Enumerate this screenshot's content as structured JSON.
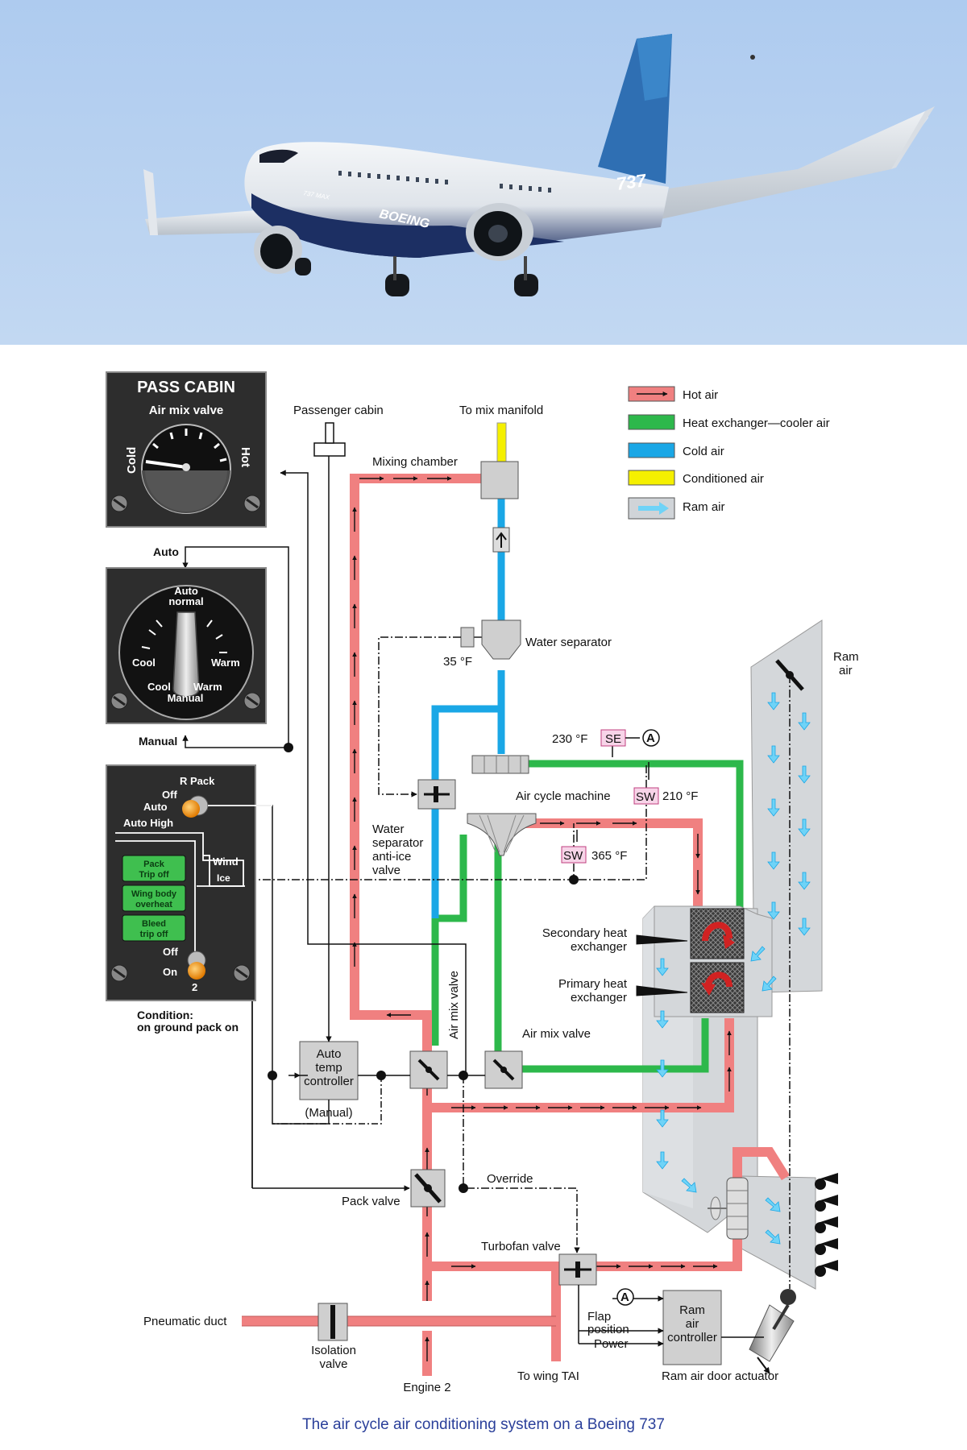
{
  "photo": {
    "tail_text": "737",
    "fuselage_text": "BOEING",
    "model_text": "737 MAX"
  },
  "legend": [
    {
      "label": "Hot air",
      "color": "#f08080"
    },
    {
      "label": "Heat exchanger—cooler air",
      "color": "#2db84b"
    },
    {
      "label": "Cold air",
      "color": "#1aa7e6"
    },
    {
      "label": "Conditioned air",
      "color": "#f5f000"
    },
    {
      "label": "Ram air",
      "color": "#d0d4d8"
    }
  ],
  "colors": {
    "hot": "#f08080",
    "green": "#2db84b",
    "cold": "#1aa7e6",
    "yellow": "#f5f000",
    "panel": "#2d2d2d",
    "ram": "#d4d7da",
    "caption": "#2a3f9a"
  },
  "panel_cabin": {
    "title": "PASS CABIN",
    "subtitle": "Air mix valve",
    "left": "Cold",
    "right": "Hot"
  },
  "panel_temp": {
    "auto_normal_1": "Auto",
    "auto_normal_2": "normal",
    "cool": "Cool",
    "warm": "Warm",
    "cool2": "Cool",
    "warm2": "Warm",
    "manual": "Manual",
    "auto_ext": "Auto",
    "manual_ext": "Manual"
  },
  "panel_pack": {
    "r_pack": "R Pack",
    "off": "Off",
    "auto": "Auto",
    "auto_high": "Auto High",
    "wind": "Wind",
    "ice": "Ice",
    "pack_trip_1": "Pack",
    "pack_trip_2": "Trip off",
    "wing_body_1": "Wing body",
    "wing_body_2": "overheat",
    "bleed_1": "Bleed",
    "bleed_2": "trip off",
    "off2": "Off",
    "on": "On",
    "num": "2",
    "condition_1": "Condition:",
    "condition_2": "on ground pack on"
  },
  "labels": {
    "passenger_cabin": "Passenger cabin",
    "to_mix_manifold": "To mix manifold",
    "mixing_chamber": "Mixing chamber",
    "water_separator": "Water separator",
    "temp_35": "35 °F",
    "ram_air_1": "Ram",
    "ram_air_2": "air",
    "temp_230": "230 °F",
    "se": "SE",
    "a": "A",
    "air_cycle_machine": "Air cycle machine",
    "sw": "SW",
    "temp_210": "210 °F",
    "ws_anti_ice_1": "Water",
    "ws_anti_ice_2": "separator",
    "ws_anti_ice_3": "anti-ice",
    "ws_anti_ice_4": "valve",
    "sw2": "SW",
    "temp_365": "365 °F",
    "secondary_hx_1": "Secondary heat",
    "secondary_hx_2": "exchanger",
    "primary_hx_1": "Primary heat",
    "primary_hx_2": "exchanger",
    "air_mix_valve_vert": "Air mix valve",
    "air_mix_valve": "Air mix valve",
    "auto_temp_1": "Auto",
    "auto_temp_2": "temp",
    "auto_temp_3": "controller",
    "manual_paren": "(Manual)",
    "override": "Override",
    "pack_valve": "Pack valve",
    "turbofan_valve": "Turbofan valve",
    "pneumatic_duct": "Pneumatic duct",
    "isolation_valve_1": "Isolation",
    "isolation_valve_2": "valve",
    "engine_2": "Engine 2",
    "to_wing_tai": "To wing TAI",
    "flap_position_1": "Flap",
    "flap_position_2": "position",
    "power": "Power",
    "ram_ctrl_1": "Ram",
    "ram_ctrl_2": "air",
    "ram_ctrl_3": "controller",
    "ram_air_door_actuator": "Ram air door actuator",
    "a2": "A"
  },
  "caption": "The air cycle air conditioning system on a Boeing 737"
}
